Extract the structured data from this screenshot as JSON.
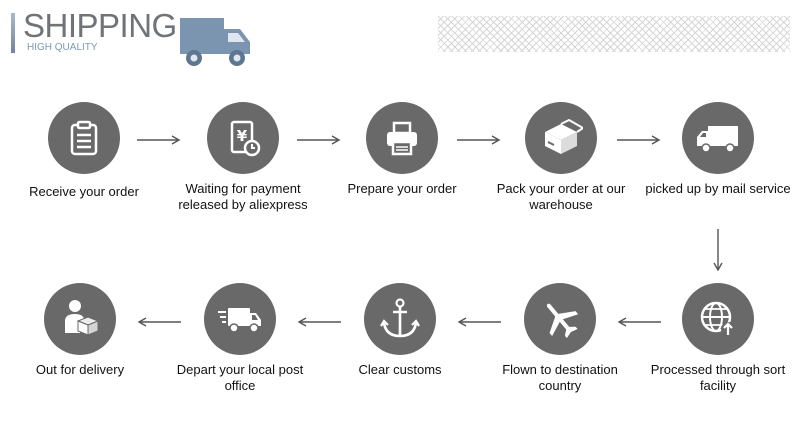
{
  "header": {
    "title": "SHIPPING",
    "subtitle": "HIGH QUALITY"
  },
  "steps": [
    {
      "label": "Receive your order",
      "icon": "clipboard-icon"
    },
    {
      "label": "Waiting for payment released by aliexpress",
      "icon": "payment-yen-icon"
    },
    {
      "label": "Prepare your order",
      "icon": "printer-icon"
    },
    {
      "label": "Pack your order at our warehouse",
      "icon": "package-box-icon"
    },
    {
      "label": "picked up by mail service",
      "icon": "truck-icon"
    },
    {
      "label": "Processed through sort facility",
      "icon": "globe-upload-icon"
    },
    {
      "label": "Flown to destination country",
      "icon": "airplane-icon"
    },
    {
      "label": "Clear customs",
      "icon": "anchor-icon"
    },
    {
      "label": "Depart your local post office",
      "icon": "fast-truck-icon"
    },
    {
      "label": "Out for delivery",
      "icon": "delivery-person-icon"
    }
  ],
  "colors": {
    "circle": "#696969",
    "arrow": "#555555",
    "title": "#707478",
    "subtitle": "#7a99b8",
    "truck_logo": "#7b95b1"
  }
}
